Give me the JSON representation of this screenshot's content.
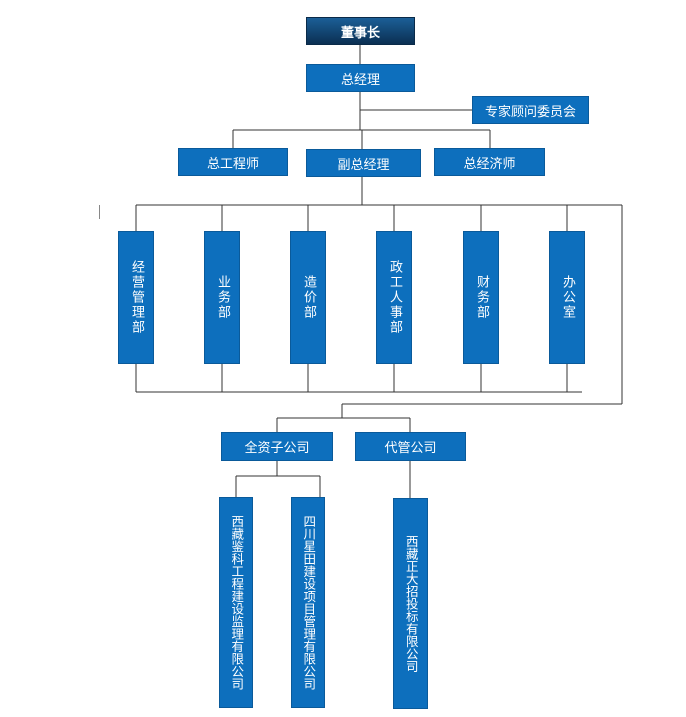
{
  "chairman": "董事长",
  "general_manager": "总经理",
  "expert_committee": "专家顾问委员会",
  "executives": {
    "chief_engineer": "总工程师",
    "deputy_gm": "副总经理",
    "chief_economist": "总经济师"
  },
  "departments": {
    "operations": "经营管理部",
    "business": "业务部",
    "cost": "造价部",
    "hr": "政工人事部",
    "finance": "财务部",
    "office": "办公室"
  },
  "subsidiaries": {
    "wholly_owned": "全资子公司",
    "managed": "代管公司"
  },
  "companies": {
    "tibet_jianke": "西藏鉴科工程建设监理有限公司",
    "sichuan_xingtian": "四川星田建设项目管理有限公司",
    "tibet_zhengda": "西藏正大招投标有限公司"
  }
}
